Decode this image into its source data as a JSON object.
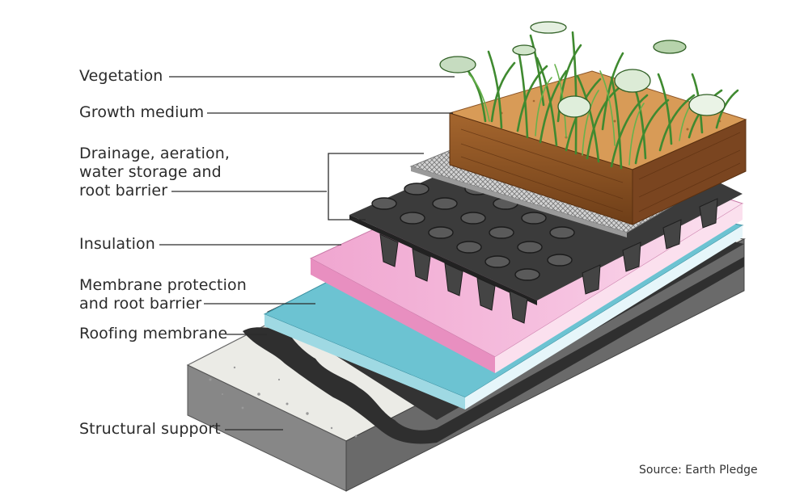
{
  "labels": {
    "vegetation": "Vegetation",
    "growth_medium": "Growth medium",
    "drainage": "Drainage, aeration,\nwater storage and\nroot barrier",
    "insulation": "Insulation",
    "membrane_protection": "Membrane protection\nand root barrier",
    "roofing_membrane": "Roofing membrane",
    "structural_support": "Structural support"
  },
  "source": "Source: Earth Pledge",
  "colors": {
    "concrete": "#ebebe6",
    "membrane": "#3a3a3a",
    "protection": "#6cc3d2",
    "insulation": "#f1a9d2",
    "drainage_tray": "#4a4a4a",
    "filter_fabric": "#cfcfcf",
    "soil": "#d69a55",
    "grass": "#4f9a3a",
    "leader_line": "#2b2b2b"
  }
}
